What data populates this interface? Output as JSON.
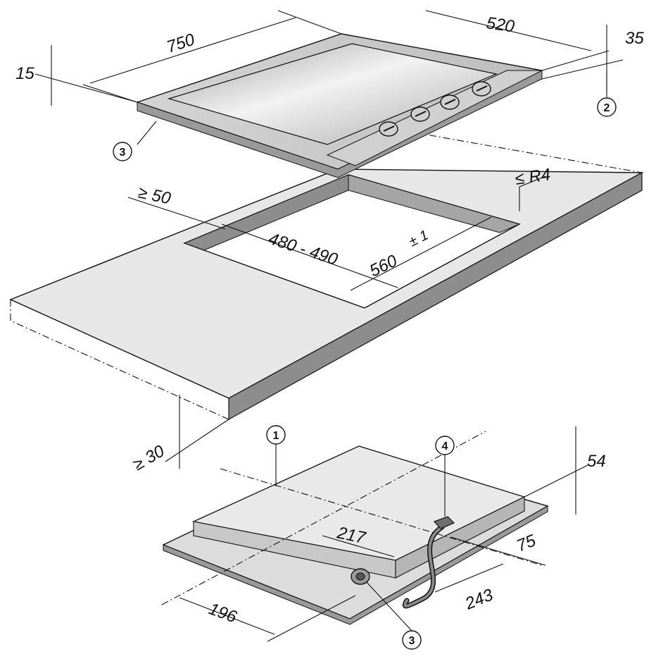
{
  "dimensions": {
    "width_750": "750",
    "depth_520": "520",
    "height_35": "35",
    "rim_15": "15",
    "min_50": "≥ 50",
    "radius": "≤ R4",
    "cutout_width": "480 - 490",
    "cutout_depth_value": "560",
    "cutout_depth_tol": "± 1",
    "worktop_min": "≥ 30",
    "depth_54": "54",
    "off_217": "217",
    "off_75": "75",
    "off_243": "243",
    "off_196": "196"
  },
  "callouts": {
    "c1": "1",
    "c2": "2",
    "c3_top": "3",
    "c3_bottom": "3",
    "c4": "4"
  }
}
